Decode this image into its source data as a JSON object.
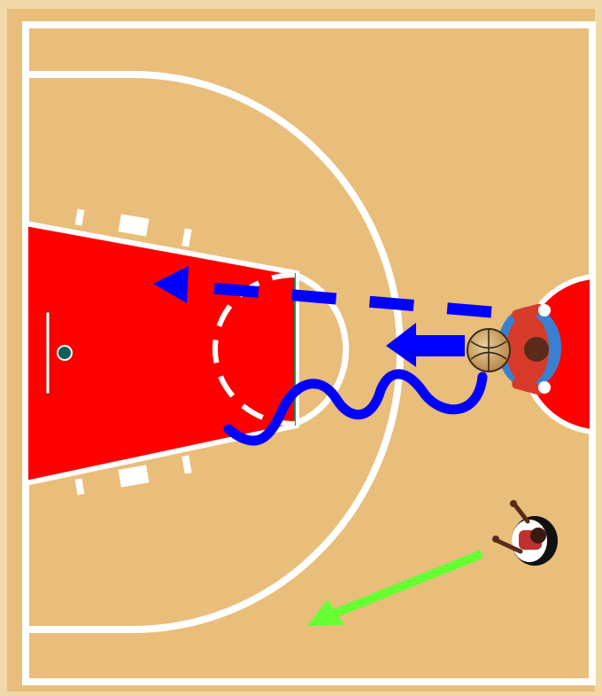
{
  "diagram": {
    "type": "basketball-half-court-play",
    "colors": {
      "court": "#e9bd7a",
      "border": "#f0d8a8",
      "lines": "#ffffff",
      "paint": "#ff0000",
      "action_arrows": "#0000ff",
      "defender_arrow": "#66ff33",
      "hoop": "#0f5f5a"
    },
    "players": [
      {
        "id": "ball-handler",
        "team": "offense",
        "has_ball": true,
        "jersey": "#d83a2a",
        "accent": "#3a80d0"
      },
      {
        "id": "defender",
        "team": "defense",
        "has_ball": false,
        "jersey": "#ffffff",
        "accent": "#c03030"
      }
    ],
    "actions": [
      {
        "id": "pass-arrow",
        "style": "dashed",
        "color": "blue",
        "from": "ball-handler",
        "toward": "basket-area"
      },
      {
        "id": "drive-arrow",
        "style": "thick-solid",
        "color": "blue",
        "from": "ball-handler",
        "toward": "free-throw-line"
      },
      {
        "id": "dribble-path",
        "style": "wavy",
        "color": "blue",
        "from": "ball-handler",
        "toward": "low-block"
      },
      {
        "id": "defender-movement",
        "style": "solid",
        "color": "green",
        "from": "defender",
        "toward": "baseline-corner"
      }
    ]
  }
}
